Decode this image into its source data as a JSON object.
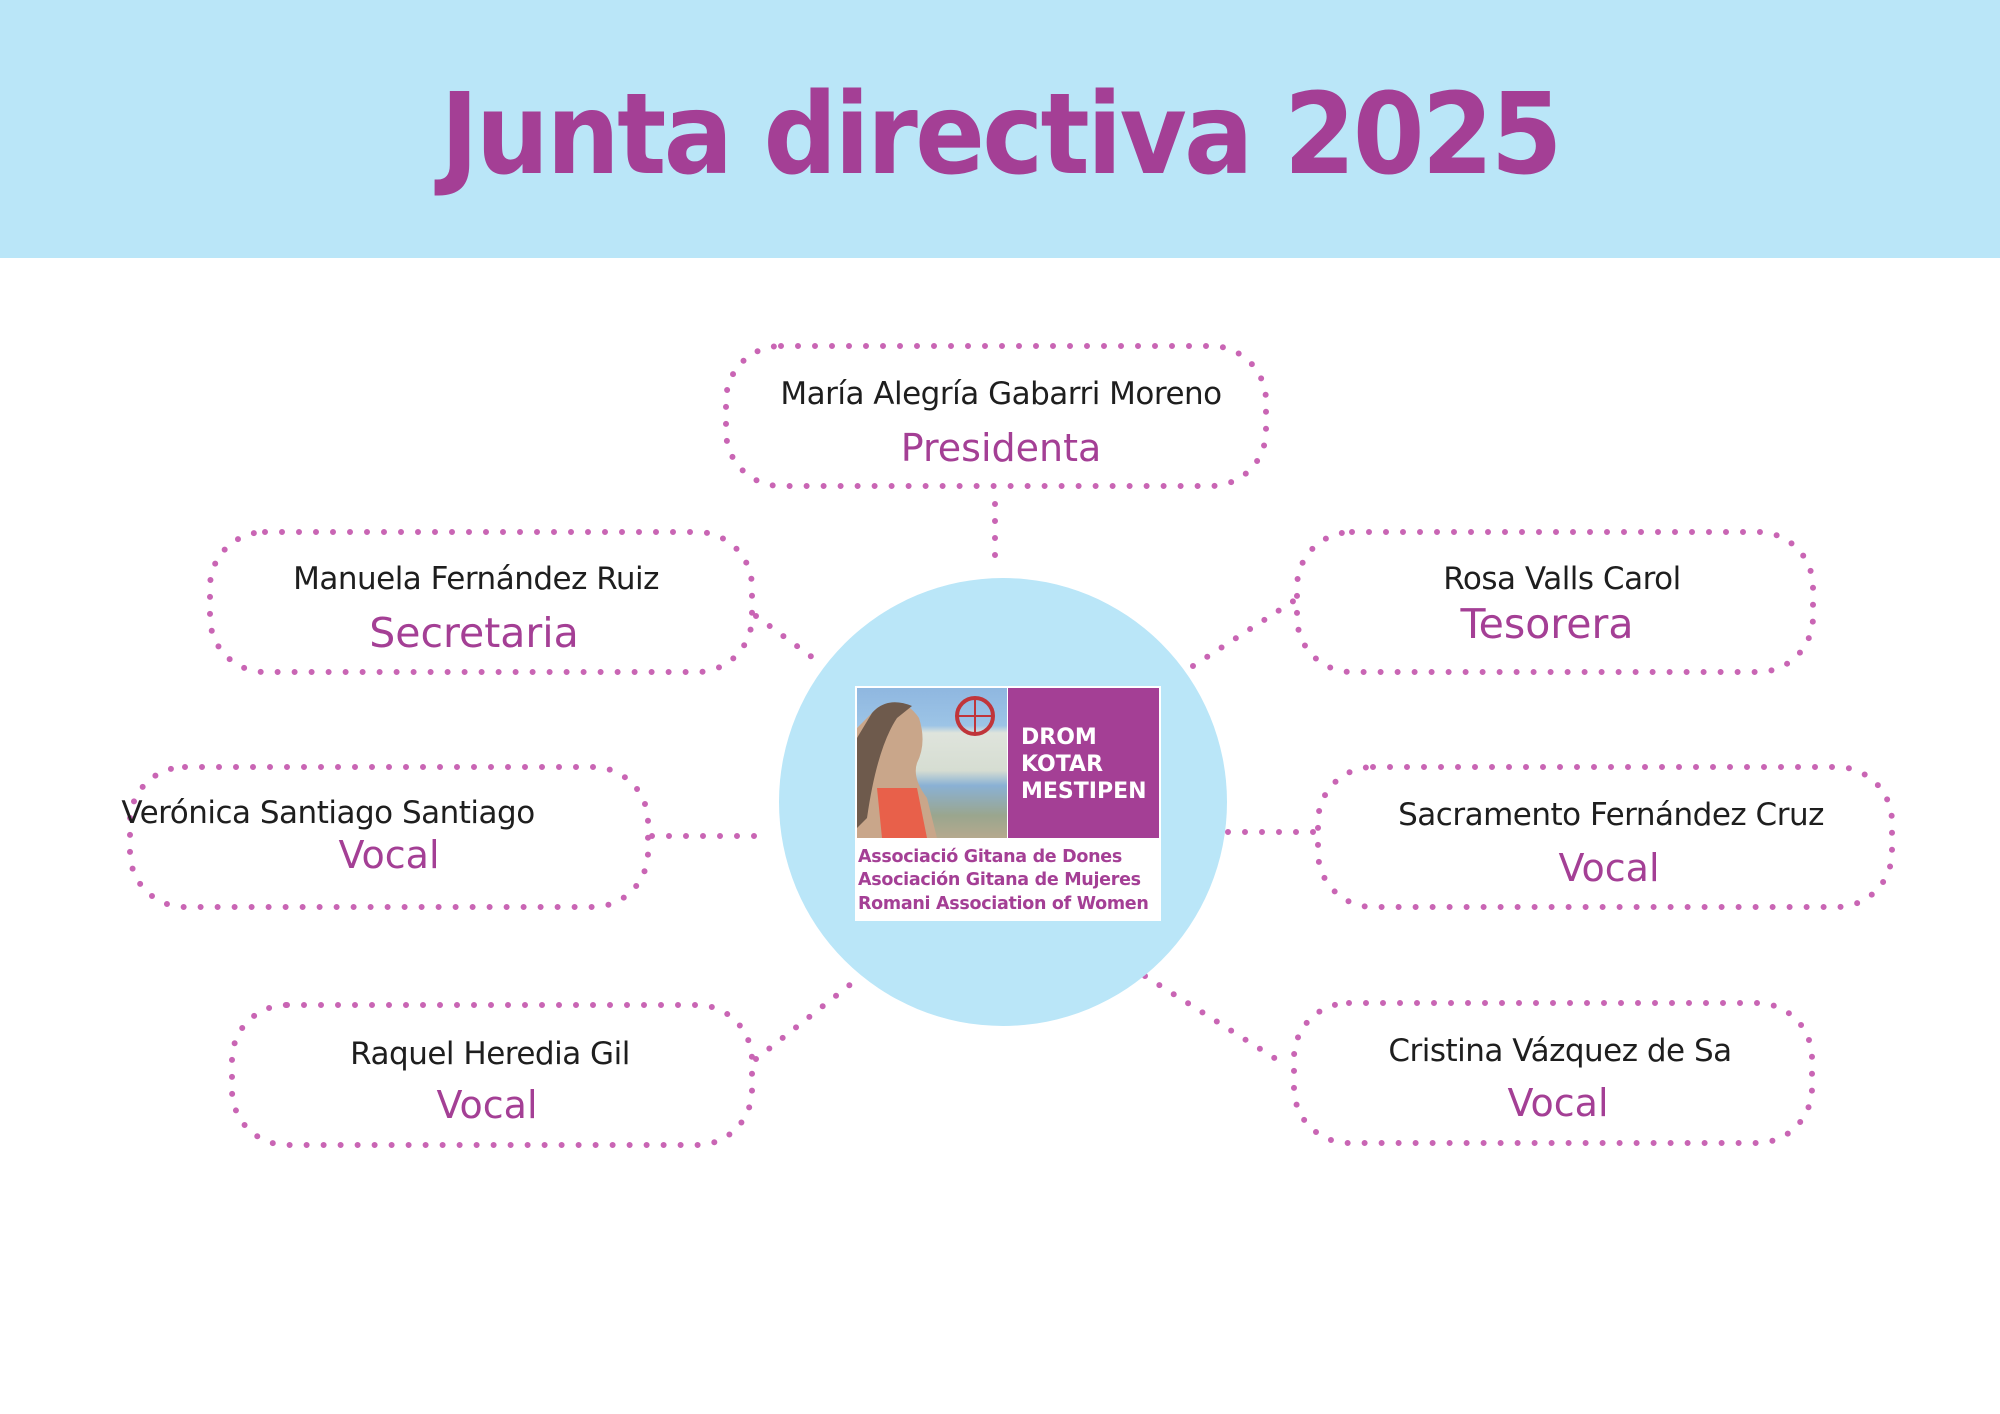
{
  "header": {
    "title": "Junta directiva 2025"
  },
  "members": [
    {
      "name": "María Alegría Gabarri Moreno",
      "role": "Presidenta"
    },
    {
      "name": "Manuela Fernández Ruiz",
      "role": "Secretaria"
    },
    {
      "name": "Rosa Valls Carol",
      "role": "Tesorera"
    },
    {
      "name": "Verónica Santiago Santiago",
      "role": "Vocal"
    },
    {
      "name": "Sacramento Fernández Cruz",
      "role": "Vocal"
    },
    {
      "name": "Raquel Heredia Gil",
      "role": "Vocal"
    },
    {
      "name": "Cristina Vázquez de Sa",
      "role": "Vocal"
    }
  ],
  "logo": {
    "brand_lines": [
      "DROM",
      "KOTAR",
      "MESTIPEN"
    ],
    "subtitle_lines": [
      "Associació Gitana de Dones",
      "Asociación Gitana de Mujeres",
      "Romani Association of Women"
    ]
  },
  "colors": {
    "accent": "#a43f95",
    "header_bg": "#bae6f8",
    "dots": "#c965b4"
  }
}
